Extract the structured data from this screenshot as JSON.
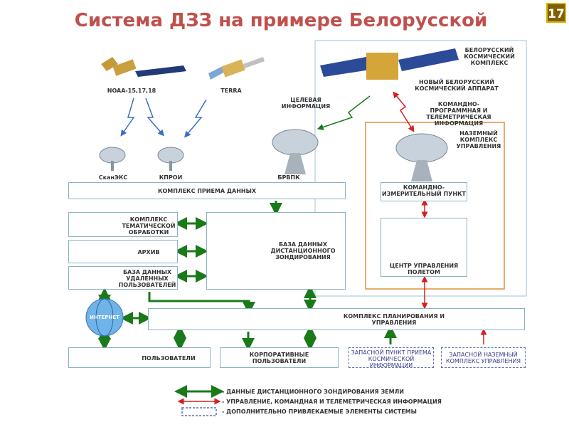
{
  "title": "Система ДЗЗ на примере Белорусской",
  "slide_number": "17",
  "satellites": {
    "noaa": "NOAA-15,17,18",
    "terra": "TERRA",
    "belarus_complex": "БЕЛОРУССКИЙ КОСМИЧЕСКИЙ КОМПЛЕКС",
    "new_satellite": "НОВЫЙ БЕЛОРУССКИЙ КОСМИЧЕСКИЙ АППАРАТ"
  },
  "links": {
    "target_info": "ЦЕЛЕВАЯ ИНФОРМАЦИЯ",
    "command_program": "КОМАНДНО-ПРОГРАММНАЯ И ТЕЛЕМЕТРИЧЕСКАЯ ИНФОРМАЦИЯ"
  },
  "stations": {
    "scanex": "СканЭКС",
    "kproi": "КПРОИ",
    "brvpk": "БРВПК"
  },
  "blocks": {
    "reception": "КОМПЛЕКС ПРИЕМА ДАННЫХ",
    "thematic": "КОМПЛЕКС ТЕМАТИЧЕСКОЙ ОБРАБОТКИ",
    "archive": "АРХИВ",
    "remote_db": "БАЗА ДАННЫХ УДАЛЕННЫХ ПОЛЬЗОВАТЕЛЕЙ",
    "rs_db": "БАЗА ДАННЫХ ДИСТАНЦИОННОГО ЗОНДИРОВАНИЯ",
    "ground_complex": "НАЗЕМНЫЙ КОМПЛЕКС УПРАВЛЕНИЯ",
    "command_point": "КОМАНДНО-ИЗМЕРИТЕЛЬНЫЙ ПУНКТ",
    "flight_center": "ЦЕНТР УПРАВЛЕНИЯ ПОЛЕТОМ",
    "planning": "КОМПЛЕКС ПЛАНИРОВАНИЯ И УПРАВЛЕНИЯ",
    "internet": "ИНТЕРНЕТ",
    "users": "ПОЛЬЗОВАТЕЛИ",
    "corporate": "КОРПОРАТИВНЫЕ ПОЛЬЗОВАТЕЛИ",
    "backup_receive": "ЗАПАСНОЙ ПУНКТ ПРИЕМА КОСМИЧЕСКОЙ ИНФОРМАЦИИ",
    "backup_ground": "ЗАПАСНОЙ НАЗЕМНЫЙ КОМПЛЕКС УПРАВЛЕНИЯ"
  },
  "legend": [
    {
      "label": "- ДАННЫЕ ДИСТАНЦИОННОГО ЗОНДИРОВАНИЯ ЗЕМЛИ",
      "color": "#1a7a1a"
    },
    {
      "label": "- УПРАВЛЕНИЕ, КОМАНДНАЯ И ТЕЛЕМЕТРИЧЕСКАЯ ИНФОРМАЦИЯ",
      "color": "#d42020"
    },
    {
      "label": "- ДОПОЛНИТЕЛЬНО ПРИВЛЕКАЕМЫЕ ЭЛЕМЕНТЫ СИСТЕМЫ",
      "color": "#5b6fb5"
    }
  ]
}
